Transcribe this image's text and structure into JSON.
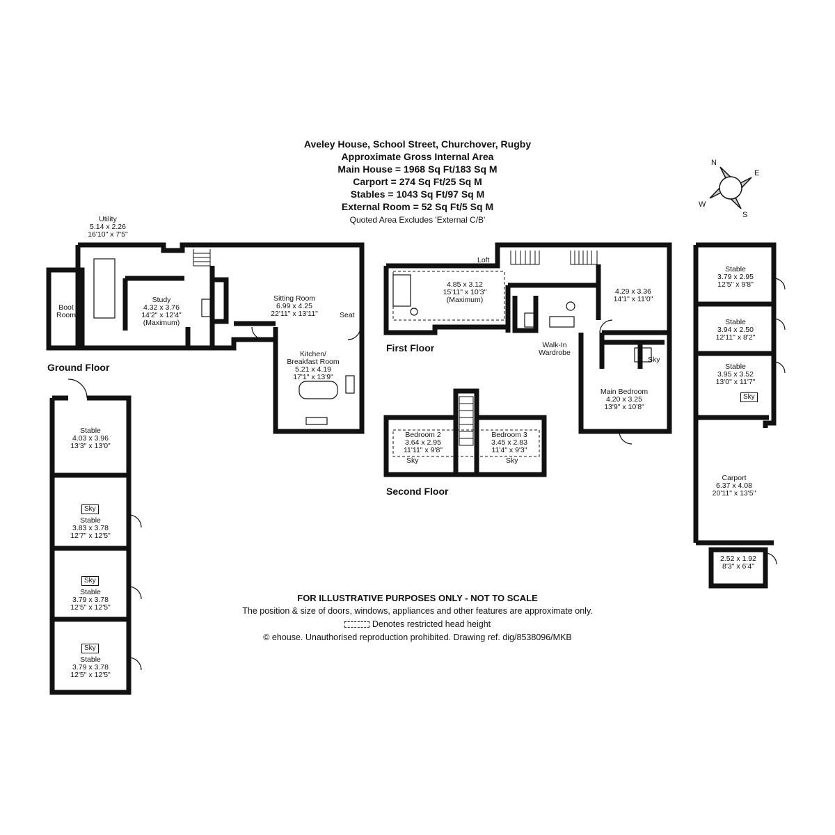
{
  "header": {
    "address": "Aveley House, School Street, Churchover, Rugby",
    "area_title": "Approximate Gross Internal Area",
    "main_house": "Main House = 1968 Sq Ft/183 Sq M",
    "carport": "Carport = 274 Sq Ft/25 Sq M",
    "stables": "Stables = 1043 Sq Ft/97 Sq M",
    "external_room": "External Room = 52 Sq Ft/5 Sq M",
    "note": "Quoted Area Excludes 'External C/B'"
  },
  "compass": {
    "n": "N",
    "e": "E",
    "s": "S",
    "w": "W"
  },
  "floors": {
    "ground": "Ground Floor",
    "first": "First Floor",
    "second": "Second Floor"
  },
  "rooms": {
    "utility": {
      "name": "Utility",
      "metric": "5.14 x 2.26",
      "imperial": "16'10\" x 7'5\""
    },
    "boot_room": {
      "name": "Boot",
      "name2": "Room"
    },
    "study": {
      "name": "Study",
      "metric": "4.32 x 3.76",
      "imperial": "14'2\" x 12'4\"",
      "extra": "(Maximum)"
    },
    "sitting": {
      "name": "Sitting Room",
      "metric": "6.99 x 4.25",
      "imperial": "22'11\" x 13'11\""
    },
    "seat": "Seat",
    "kitchen": {
      "name": "Kitchen/",
      "name2": "Breakfast Room",
      "metric": "5.21 x 4.19",
      "imperial": "17'1\" x 13'9\""
    },
    "ff_room1": {
      "metric": "4.85 x 3.12",
      "imperial": "15'11\" x 10'3\"",
      "extra": "(Maximum)"
    },
    "loft": "Loft",
    "ff_room2": {
      "metric": "4.29 x 3.36",
      "imperial": "14'1\" x 11'0\""
    },
    "walk_in": {
      "name": "Walk-In",
      "name2": "Wardrobe"
    },
    "main_bedroom": {
      "name": "Main Bedroom",
      "metric": "4.20 x 3.25",
      "imperial": "13'9\" x 10'8\""
    },
    "bedroom2": {
      "name": "Bedroom 2",
      "metric": "3.64 x 2.95",
      "imperial": "11'11\" x 9'8\""
    },
    "bedroom3": {
      "name": "Bedroom 3",
      "metric": "3.45 x 2.83",
      "imperial": "11'4\" x 9'3\""
    },
    "stable_r1": {
      "name": "Stable",
      "metric": "3.79 x 2.95",
      "imperial": "12'5\" x 9'8\""
    },
    "stable_r2": {
      "name": "Stable",
      "metric": "3.94 x 2.50",
      "imperial": "12'11\" x 8'2\""
    },
    "stable_r3": {
      "name": "Stable",
      "metric": "3.95 x 3.52",
      "imperial": "13'0\" x 11'7\""
    },
    "carport": {
      "name": "Carport",
      "metric": "6.37 x 4.08",
      "imperial": "20'11\" x 13'5\""
    },
    "external": {
      "metric": "2.52 x 1.92",
      "imperial": "8'3\" x 6'4\""
    },
    "stable_l1": {
      "name": "Stable",
      "metric": "4.03 x 3.96",
      "imperial": "13'3\" x 13'0\""
    },
    "stable_l2": {
      "name": "Stable",
      "metric": "3.83 x 3.78",
      "imperial": "12'7\" x 12'5\""
    },
    "stable_l3": {
      "name": "Stable",
      "metric": "3.79 x 3.78",
      "imperial": "12'5\" x 12'5\""
    },
    "stable_l4": {
      "name": "Stable",
      "metric": "3.79 x 3.78",
      "imperial": "12'5\" x 12'5\""
    }
  },
  "sky": "Sky",
  "footer": {
    "disclaimer": "FOR ILLUSTRATIVE PURPOSES ONLY - NOT TO SCALE",
    "position_note": "The position & size of doors, windows, appliances and other features are approximate only.",
    "restricted": "Denotes restricted head height",
    "copyright": "© ehouse. Unauthorised reproduction prohibited. Drawing ref. dig/8538096/MKB"
  }
}
